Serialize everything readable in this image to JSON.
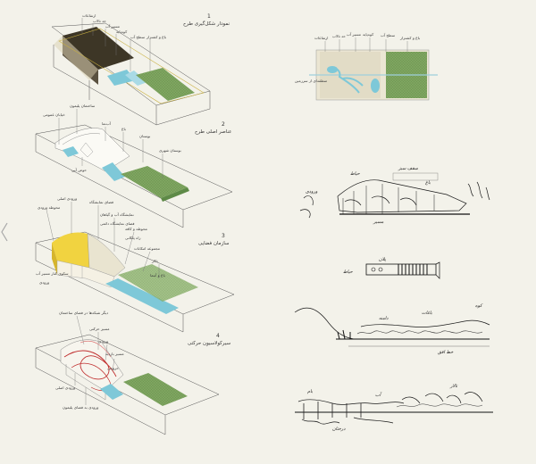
{
  "left_panel": {
    "sections": [
      {
        "number": "1",
        "title": "نمودار شکل‌گیری طرح",
        "labels": [
          "ارتفاعات",
          "حد تالاب",
          "مسیر آب",
          "کوه‌پایه",
          "سطح آب",
          "باغ و کشتزار"
        ]
      },
      {
        "number": "2",
        "title": "عناصر اصلی طرح",
        "labels": [
          "ساختمان پلیمون",
          "خیابان عمومی",
          "آب‌نما",
          "باغ",
          "بوستان",
          "بوستان شهری",
          "حوض آبی"
        ]
      },
      {
        "number": "3",
        "title": "سازمان فضایی",
        "labels": [
          "محوطه ورودی",
          "ورودی اصلی",
          "فضای نمایشگاه",
          "نمایشگاه آب و گیاهان",
          "فضای نمایشگاه دائمی",
          "محوطه و کافه",
          "راه پلکانی",
          "مجموعه امکانات",
          "تالار",
          "باغ و آبنما",
          "ورودی",
          "سکوی کنار مسیر آب"
        ]
      },
      {
        "number": "4",
        "title": "سیرکولاسیون حرکتی",
        "labels": [
          "دیگر شبکه‌ها در فضای ساختمان",
          "مسیر حرکتی",
          "ورودی",
          "مسیر بازدید",
          "خروجی",
          "ورودی اصلی",
          "ورودی به فضای پلیمون"
        ]
      }
    ]
  },
  "right_panel": {
    "plan_diagram": {
      "labels": [
        "باغ و کشتزار",
        "سطح آب",
        "کوه‌پایه",
        "مسیر آب",
        "حد تالاب",
        "ارتفاعات",
        "منطقه‌ای از سرزمین"
      ]
    },
    "sketches": [
      {
        "name": "sketch-section-1",
        "notes": [
          "سقف سبز",
          "حیاط",
          "ورودی",
          "باغ",
          "مسیر"
        ]
      },
      {
        "name": "sketch-section-2",
        "notes": [
          "پلان",
          "حیاط"
        ]
      },
      {
        "name": "sketch-landscape",
        "notes": [
          "کوه",
          "دامنه",
          "باغات",
          "خط افق"
        ]
      },
      {
        "name": "sketch-section-3",
        "notes": [
          "بام",
          "آب",
          "تالار",
          "درختان"
        ]
      }
    ]
  },
  "navigation": {
    "prev_icon": "chevron-left-icon"
  },
  "colors": {
    "background": "#f3f2ea",
    "green_field": "#7fa661",
    "water": "#7ec8d8",
    "dark_volume": "#3d3626",
    "yellow_volume": "#f1d340",
    "red_path": "#c03030"
  }
}
